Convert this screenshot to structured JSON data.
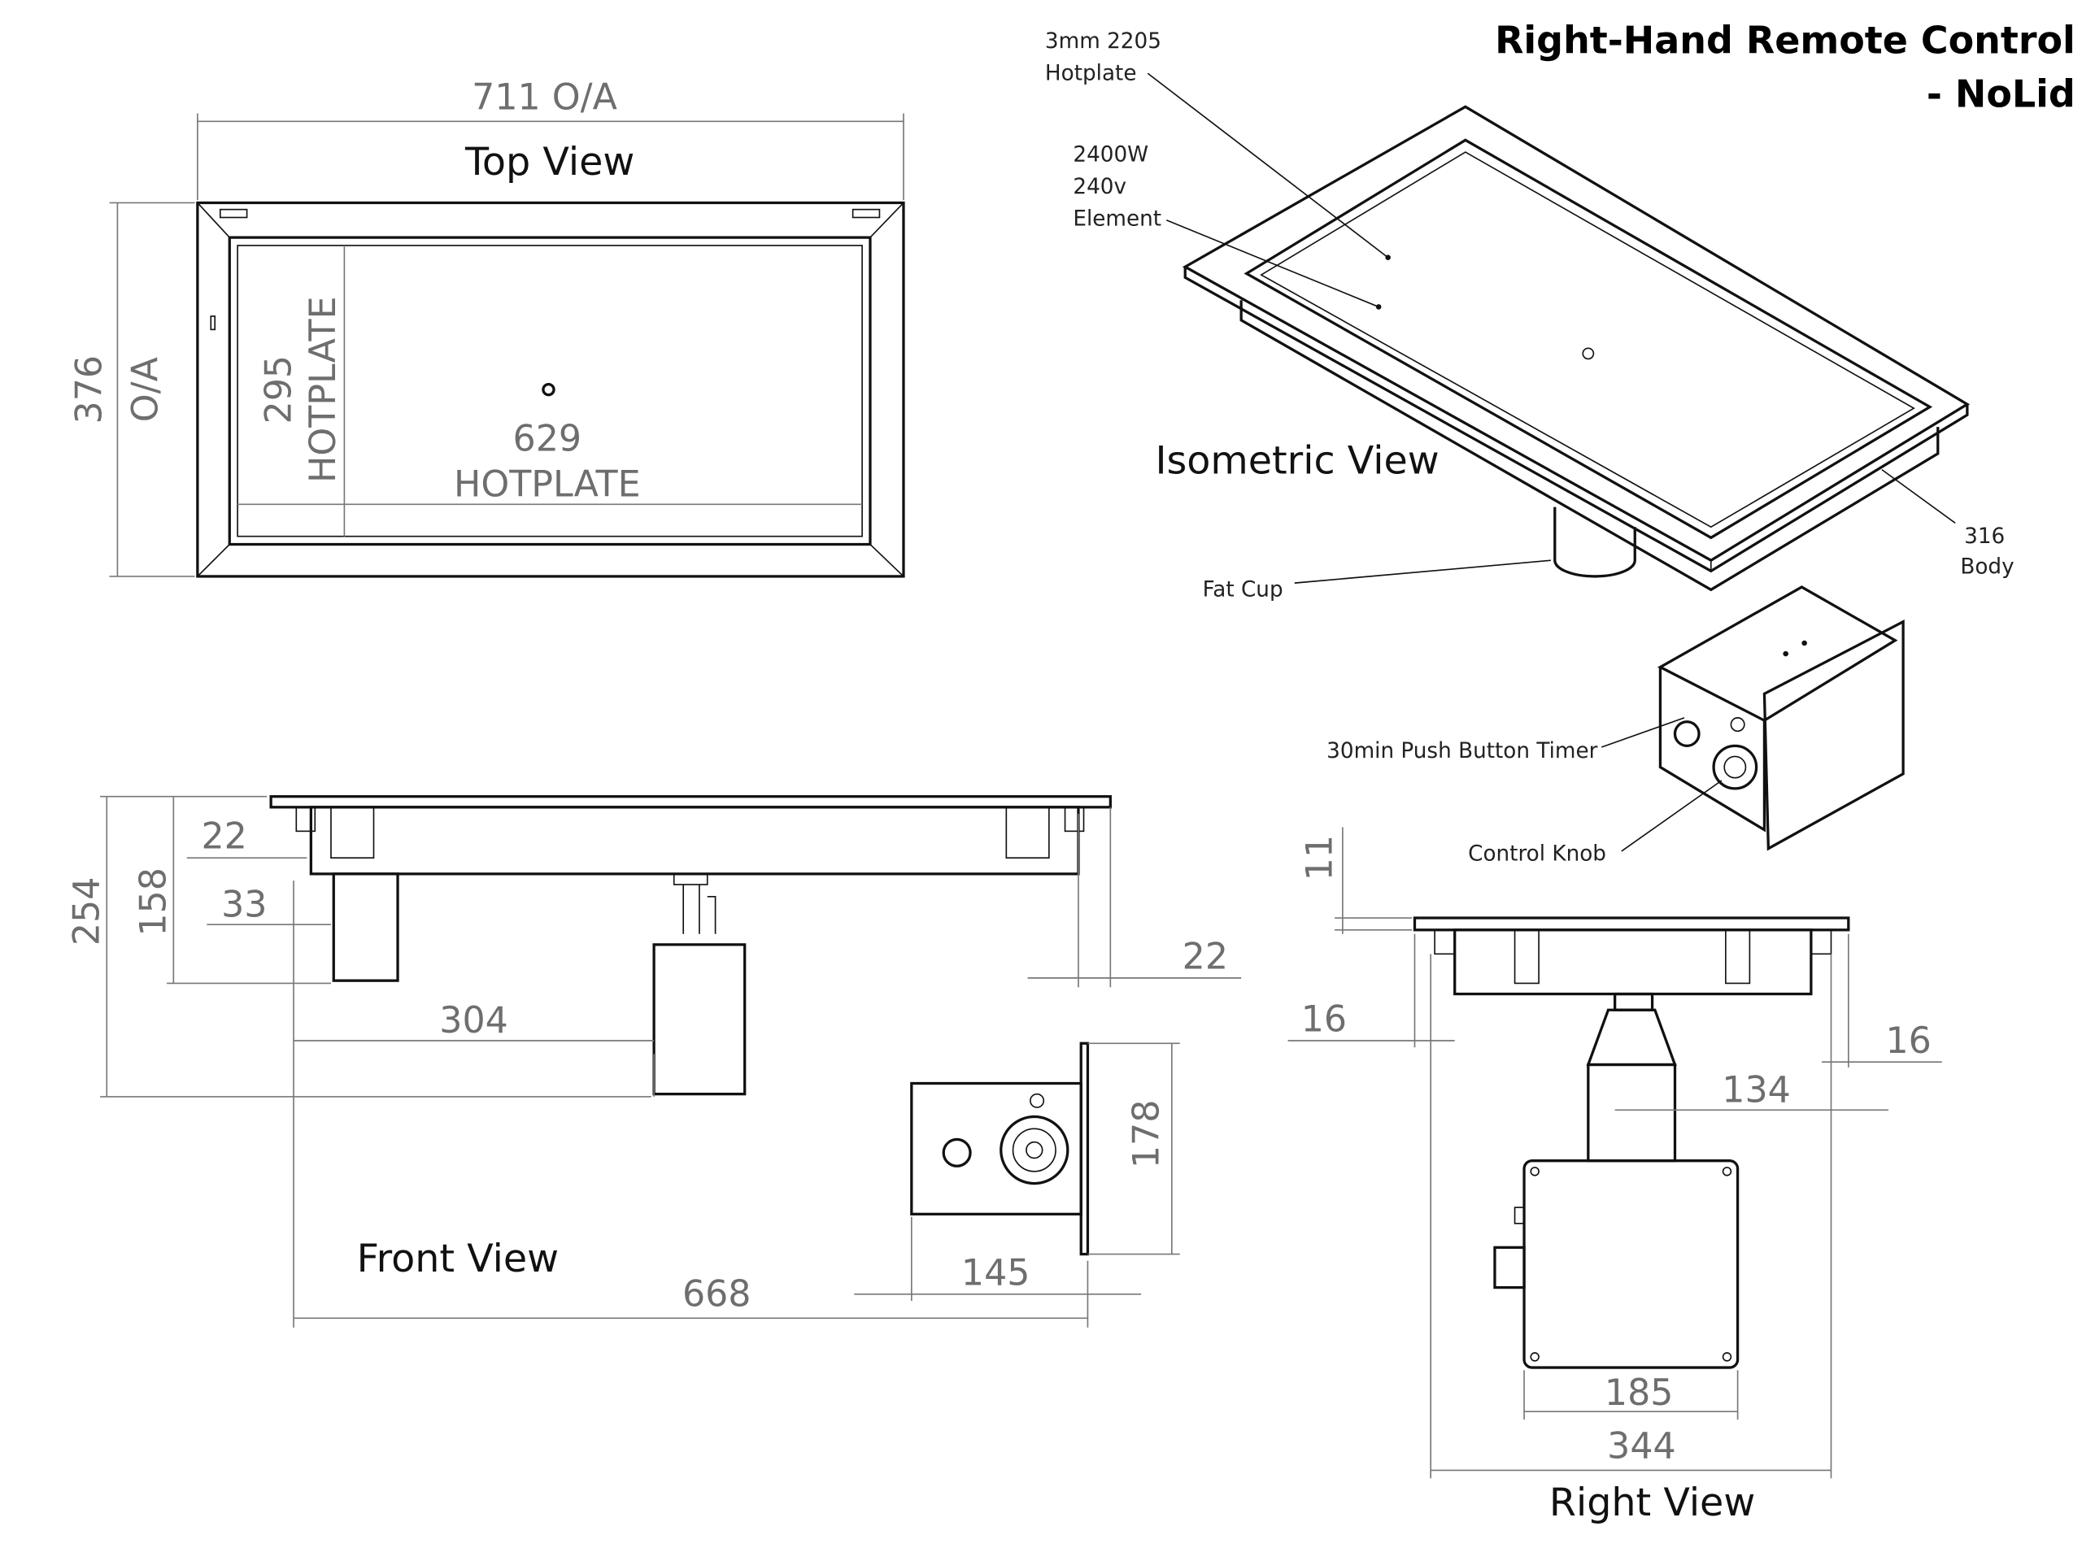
{
  "title": {
    "line1": "Right-Hand Remote Control",
    "line2": "- NoLid"
  },
  "top_view": {
    "label": "Top View",
    "overall_width": "711 O/A",
    "overall_depth": "376",
    "overall_depth_suffix": "O/A",
    "hotplate_depth": "295",
    "hotplate_depth_label": "HOTPLATE",
    "hotplate_width": "629",
    "hotplate_width_label": "HOTPLATE"
  },
  "isometric_view": {
    "label": "Isometric View",
    "callouts": {
      "hotplate_1": "3mm 2205",
      "hotplate_2": "Hotplate",
      "element_1": "2400W",
      "element_2": "240v",
      "element_3": "Element",
      "fat_cup": "Fat Cup",
      "body_1": "316",
      "body_2": "Body",
      "timer": "30min Push Button Timer",
      "knob": "Control Knob"
    }
  },
  "front_view": {
    "label": "Front View",
    "dims": {
      "overall_height": "254",
      "body_height": "158",
      "rim": "22",
      "cup_offset": "33",
      "cup_to_element": "304",
      "right_rim": "22",
      "length": "668",
      "box_width": "145",
      "box_height": "178"
    }
  },
  "right_view": {
    "label": "Right View",
    "dims": {
      "rim_thickness": "11",
      "left_offset": "16",
      "right_offset": "16",
      "stalk": "134",
      "box_width": "185",
      "overall": "344"
    }
  }
}
